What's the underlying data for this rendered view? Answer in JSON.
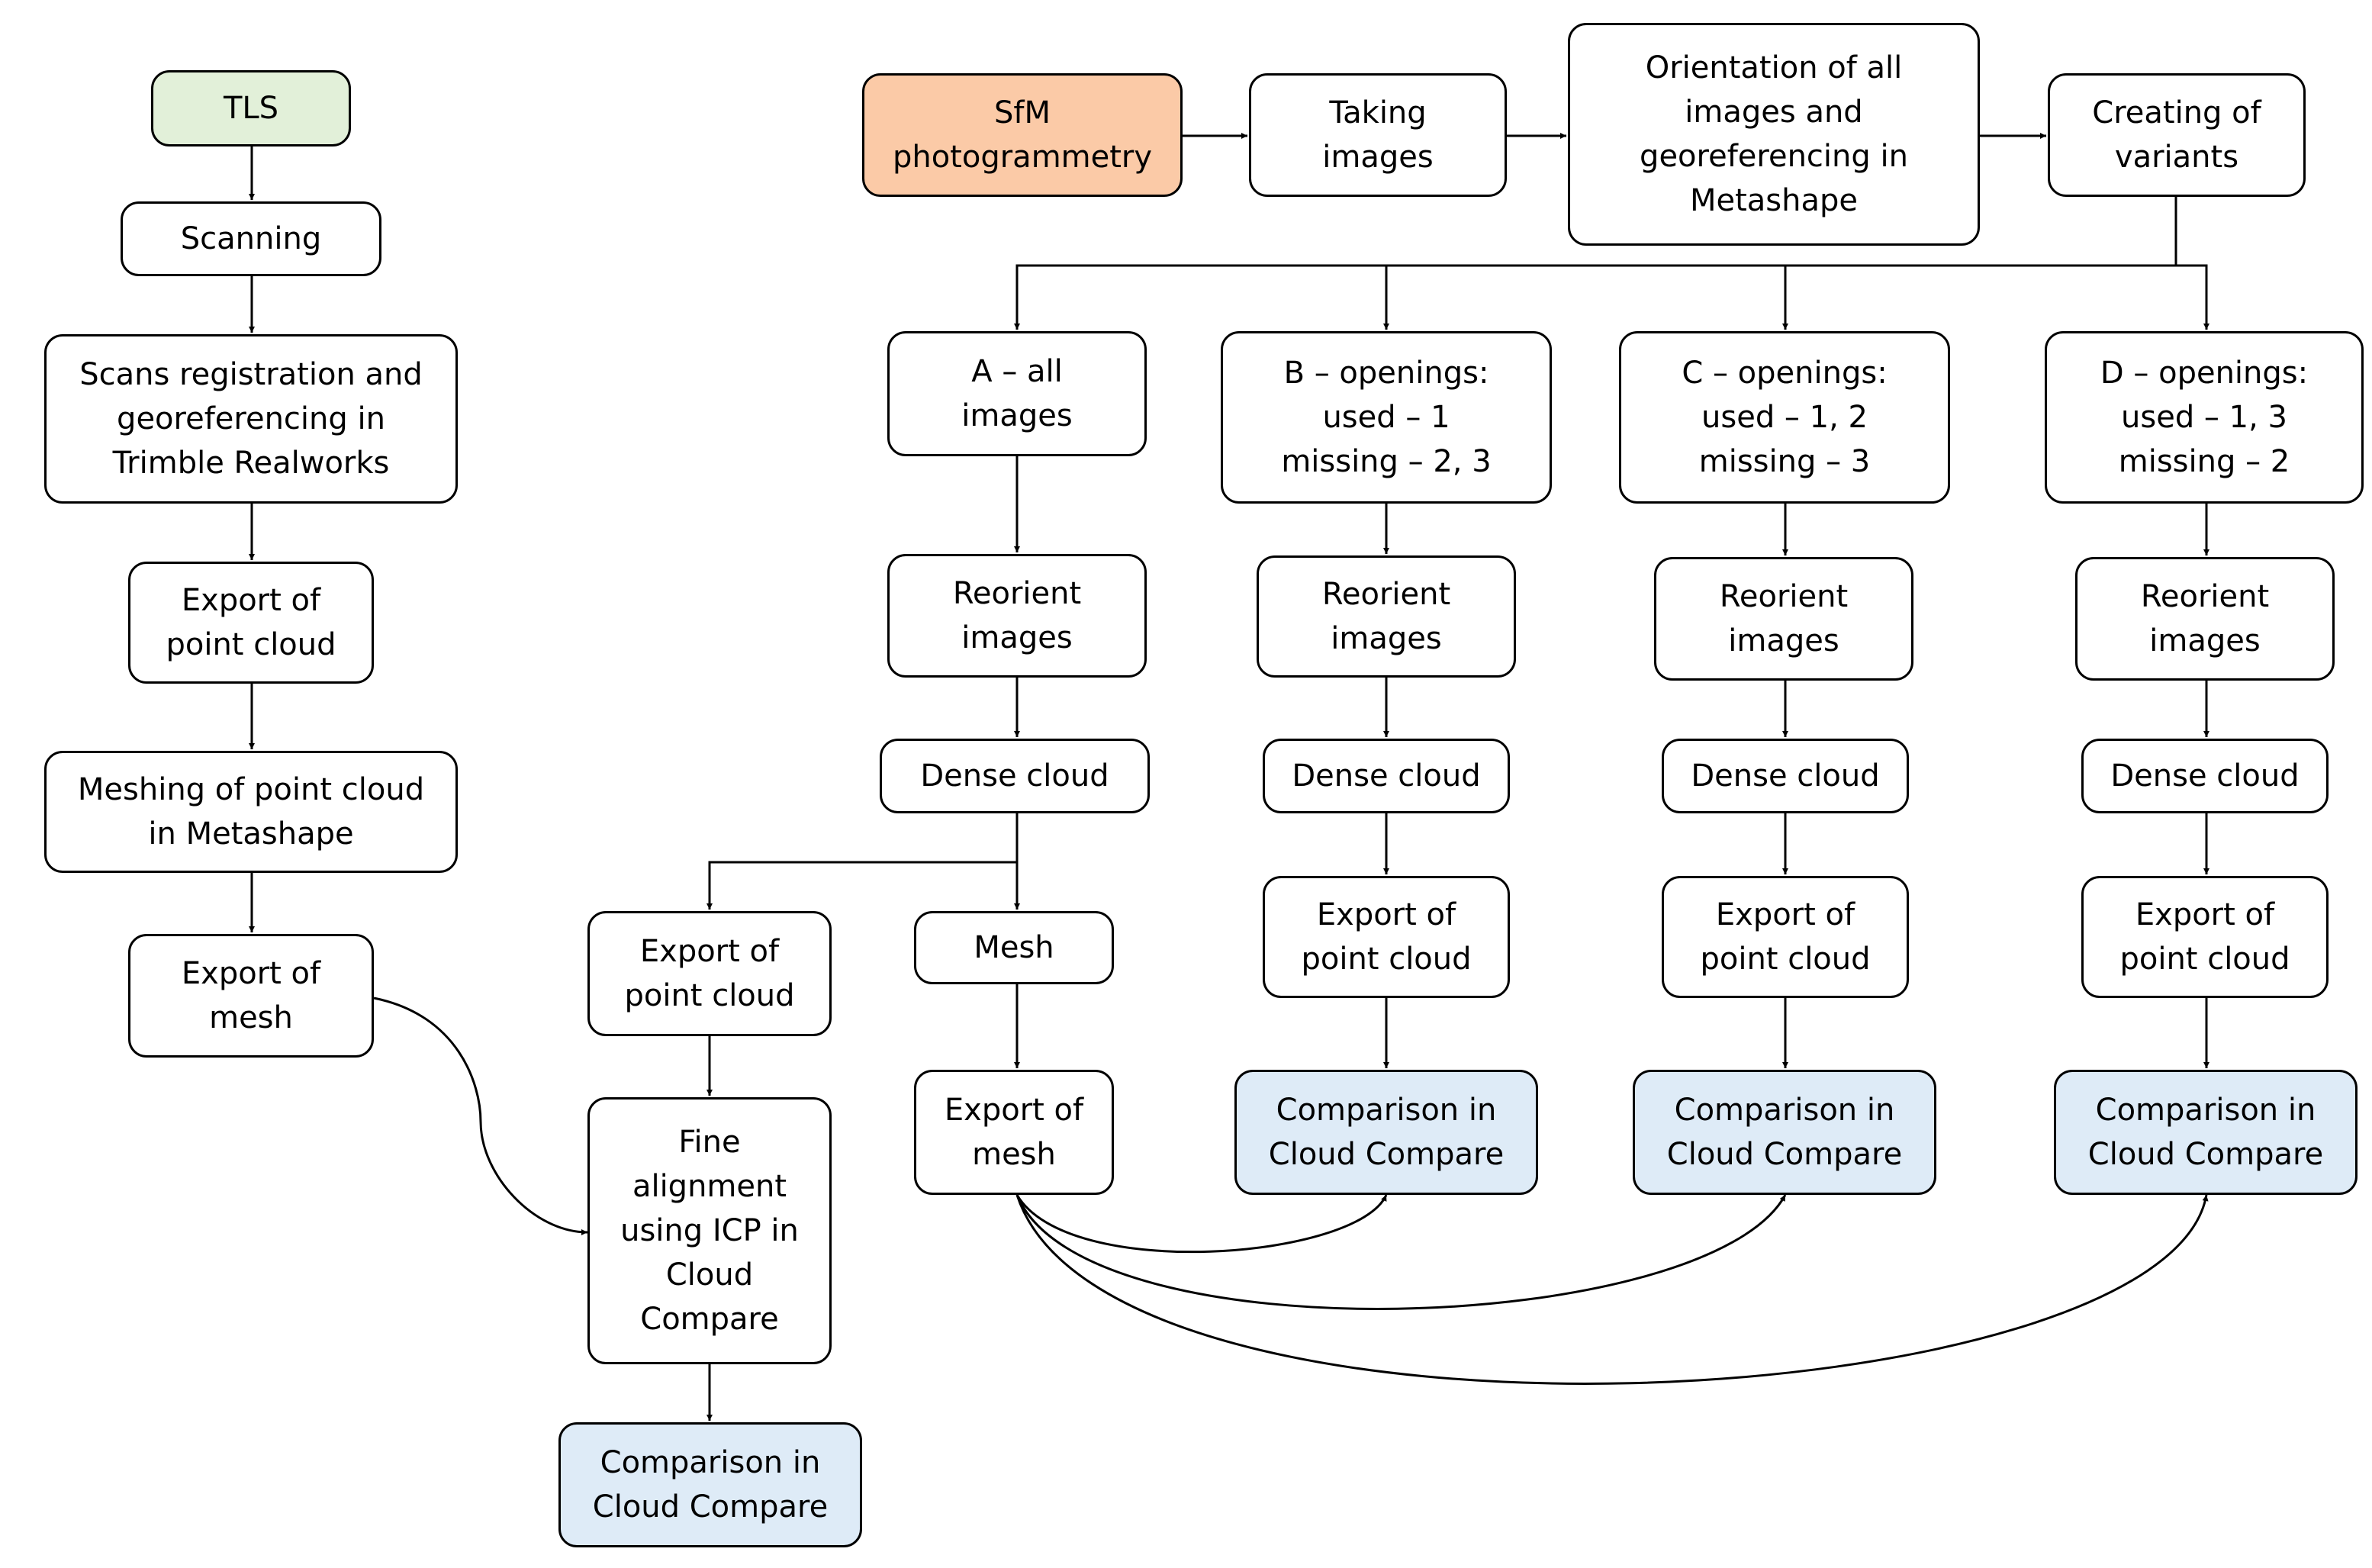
{
  "tls": {
    "start": "TLS",
    "scanning": "Scanning",
    "registration": "Scans registration and\ngeoreferencing in\nTrimble Realworks",
    "export_cloud": "Export of\npoint cloud",
    "meshing": "Meshing of point cloud\nin Metashape",
    "export_mesh": "Export of\nmesh"
  },
  "sfm": {
    "start": "SfM\nphotogrammetry",
    "taking_images": "Taking\nimages",
    "orientation": "Orientation of all\nimages and\ngeoreferencing in\nMetashape",
    "creating_variants": "Creating of\nvariants"
  },
  "variants": [
    {
      "title": "A – all\nimages",
      "reorient": "Reorient\nimages",
      "dense": "Dense cloud",
      "mesh": "Mesh",
      "export_mesh": "Export of\nmesh",
      "export_cloud": "Export of\npoint cloud",
      "fine_alignment": "Fine\nalignment\nusing ICP in\nCloud\nCompare",
      "comparison": "Comparison in\nCloud Compare"
    },
    {
      "title": "B – openings:\nused – 1\nmissing – 2, 3",
      "reorient": "Reorient\nimages",
      "dense": "Dense cloud",
      "export_cloud": "Export of\npoint cloud",
      "comparison": "Comparison in\nCloud Compare"
    },
    {
      "title": "C – openings:\nused – 1, 2\nmissing – 3",
      "reorient": "Reorient\nimages",
      "dense": "Dense cloud",
      "export_cloud": "Export of\npoint cloud",
      "comparison": "Comparison in\nCloud Compare"
    },
    {
      "title": "D – openings:\nused – 1, 3\nmissing – 2",
      "reorient": "Reorient\nimages",
      "dense": "Dense cloud",
      "export_cloud": "Export of\npoint cloud",
      "comparison": "Comparison in\nCloud Compare"
    }
  ],
  "colors": {
    "tls_fill": "#e2f0d9",
    "sfm_fill": "#fbcaa7",
    "comparison_fill": "#deebf7",
    "stroke": "#000000"
  }
}
